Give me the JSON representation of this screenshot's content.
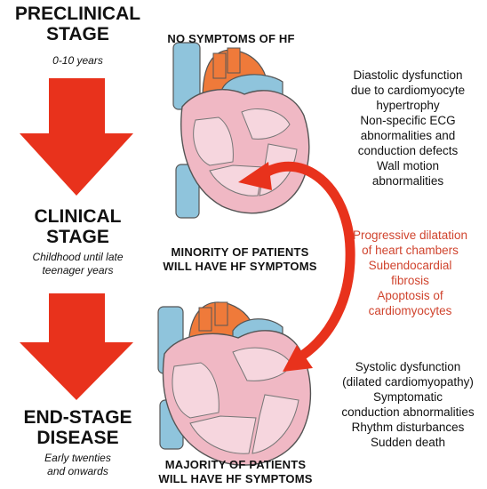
{
  "stages": [
    {
      "title_lines": [
        "PRECLINICAL",
        "STAGE"
      ],
      "subtitle_lines": [
        "0-10 years"
      ]
    },
    {
      "title_lines": [
        "CLINICAL",
        "STAGE"
      ],
      "subtitle_lines": [
        "Childhood until late",
        "teenager years"
      ]
    },
    {
      "title_lines": [
        "END-STAGE",
        "DISEASE"
      ],
      "subtitle_lines": [
        "Early twenties",
        "and onwards"
      ]
    }
  ],
  "headings": {
    "top": [
      "NO SYMPTOMS OF HF"
    ],
    "middle": [
      "MINORITY OF PATIENTS",
      "WILL HAVE HF SYMPTOMS"
    ],
    "bottom": [
      "MAJORITY OF PATIENTS",
      "WILL HAVE HF SYMPTOMS"
    ]
  },
  "notes": {
    "preclinical": [
      "Diastolic dysfunction",
      "due to cardiomyocyte",
      "hypertrophy",
      "Non-specific ECG",
      "abnormalities and",
      "conduction defects",
      "Wall motion",
      "abnormalities"
    ],
    "progression": [
      "Progressive dilatation",
      "of heart chambers",
      "Subendocardial",
      "fibrosis",
      "Apoptosis of",
      "cardiomyocytes"
    ],
    "end_stage": [
      "Systolic dysfunction",
      "(dilated cardiomyopathy)",
      "Symptomatic",
      "conduction abnormalities",
      "Rhythm disturbances",
      "Sudden death"
    ]
  },
  "colors": {
    "arrow_red": "#e8321c",
    "progression_text": "#d0442e",
    "aorta_orange": "#ef7a3a",
    "vessel_blue": "#8fc4dc",
    "myocardium_pink": "#f0b8c4",
    "chamber_pink": "#f6d6de",
    "heart_outline": "#555555"
  }
}
